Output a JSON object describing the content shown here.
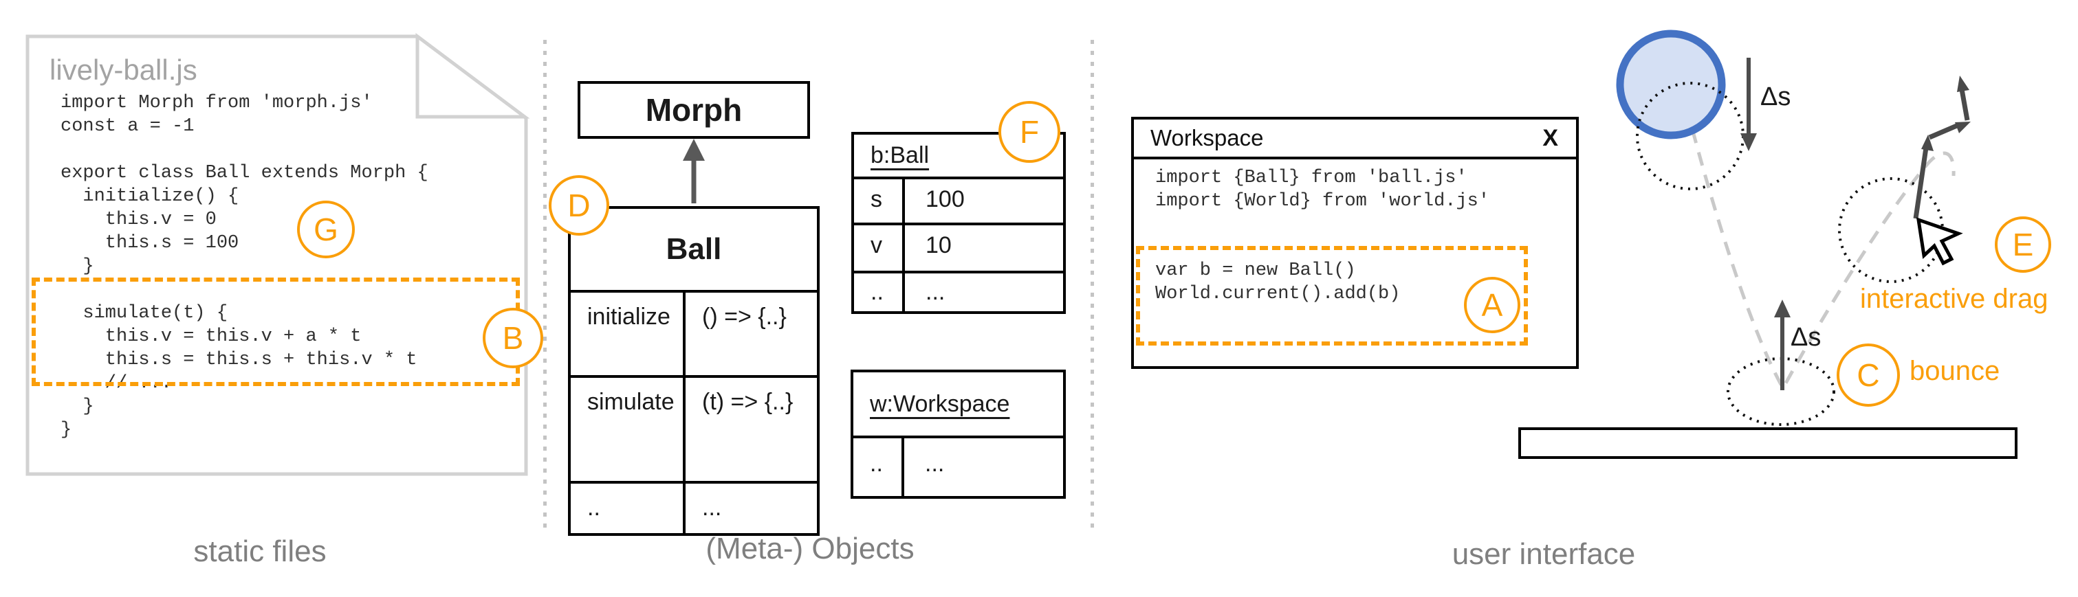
{
  "colors": {
    "accent_orange": "#FA9E0A",
    "ball_stroke": "#4472C4",
    "ball_fill": "#D5E0F4",
    "label_gray": "#7f7f7f"
  },
  "captions": {
    "static_files": "static files",
    "meta_objects": "(Meta-) Objects",
    "user_interface": "user interface"
  },
  "file": {
    "name": "lively-ball.js",
    "code": [
      "import Morph from 'morph.js'",
      "const a = -1",
      "",
      "export class Ball extends Morph {",
      "  initialize() {",
      "    this.v = 0",
      "    this.s = 100",
      "  }",
      "",
      "  simulate(t) {",
      "    this.v = this.v + a * t",
      "    this.s = this.s + this.v * t",
      "    // ...",
      "  }",
      "}"
    ]
  },
  "class_diagram": {
    "parent": "Morph",
    "class": {
      "title": "Ball",
      "rows": [
        {
          "key": "initialize",
          "value": "() => {..}"
        },
        {
          "key": "simulate",
          "value": "(t) => {..}"
        },
        {
          "key": "..",
          "value": "..."
        }
      ]
    }
  },
  "objects": {
    "ball_instance": {
      "title": "b:Ball",
      "rows": [
        {
          "key": "s",
          "value": "100"
        },
        {
          "key": "v",
          "value": "10"
        },
        {
          "key": "..",
          "value": "..."
        }
      ]
    },
    "workspace_instance": {
      "title": "w:Workspace",
      "rows": [
        {
          "key": "..",
          "value": "..."
        }
      ]
    }
  },
  "workspace_window": {
    "title": "Workspace",
    "close": "X",
    "imports": [
      "import {Ball} from 'ball.js'",
      "import {World} from 'world.js'"
    ],
    "commands": [
      "var b = new Ball()",
      "World.current().add(b)"
    ]
  },
  "physics": {
    "delta_down": "Δs",
    "delta_up": "Δs",
    "bounce_label": "bounce",
    "drag_label": "interactive drag"
  },
  "markers": {
    "A": "A",
    "B": "B",
    "C": "C",
    "D": "D",
    "E": "E",
    "F": "F",
    "G": "G"
  }
}
